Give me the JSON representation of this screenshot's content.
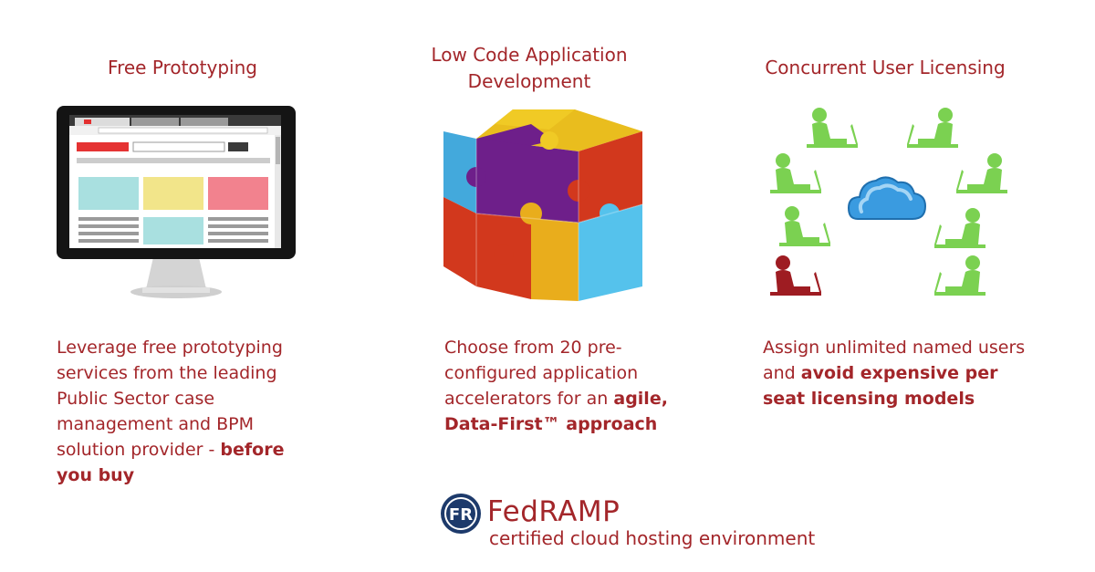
{
  "columns": [
    {
      "title": "Free Prototyping",
      "desc_plain": "Leverage free prototyping services from the leading Public Sector case management and BPM solution provider - ",
      "desc_bold": "before you buy"
    },
    {
      "title": "Low Code Application Development",
      "desc_plain": "Choose from 20 pre-configured application accelerators for an ",
      "desc_bold": "agile, Data-First™ approach"
    },
    {
      "title": "Concurrent User Licensing",
      "desc_plain": "Assign unlimited named users and ",
      "desc_bold": "avoid expensive per seat licensing models"
    }
  ],
  "fedramp": {
    "logo_text": "FR",
    "name": "FedRAMP",
    "tagline": "certified cloud hosting environment"
  },
  "icons": [
    "monitor-icon",
    "puzzle-cube-icon",
    "cloud-users-icon",
    "fedramp-logo-icon"
  ],
  "colors": {
    "text": "#a3262a",
    "user_green": "#7bd151",
    "user_red": "#9e1c22",
    "cloud_blue": "#3a9be0",
    "logo_navy": "#1d3a6b"
  }
}
